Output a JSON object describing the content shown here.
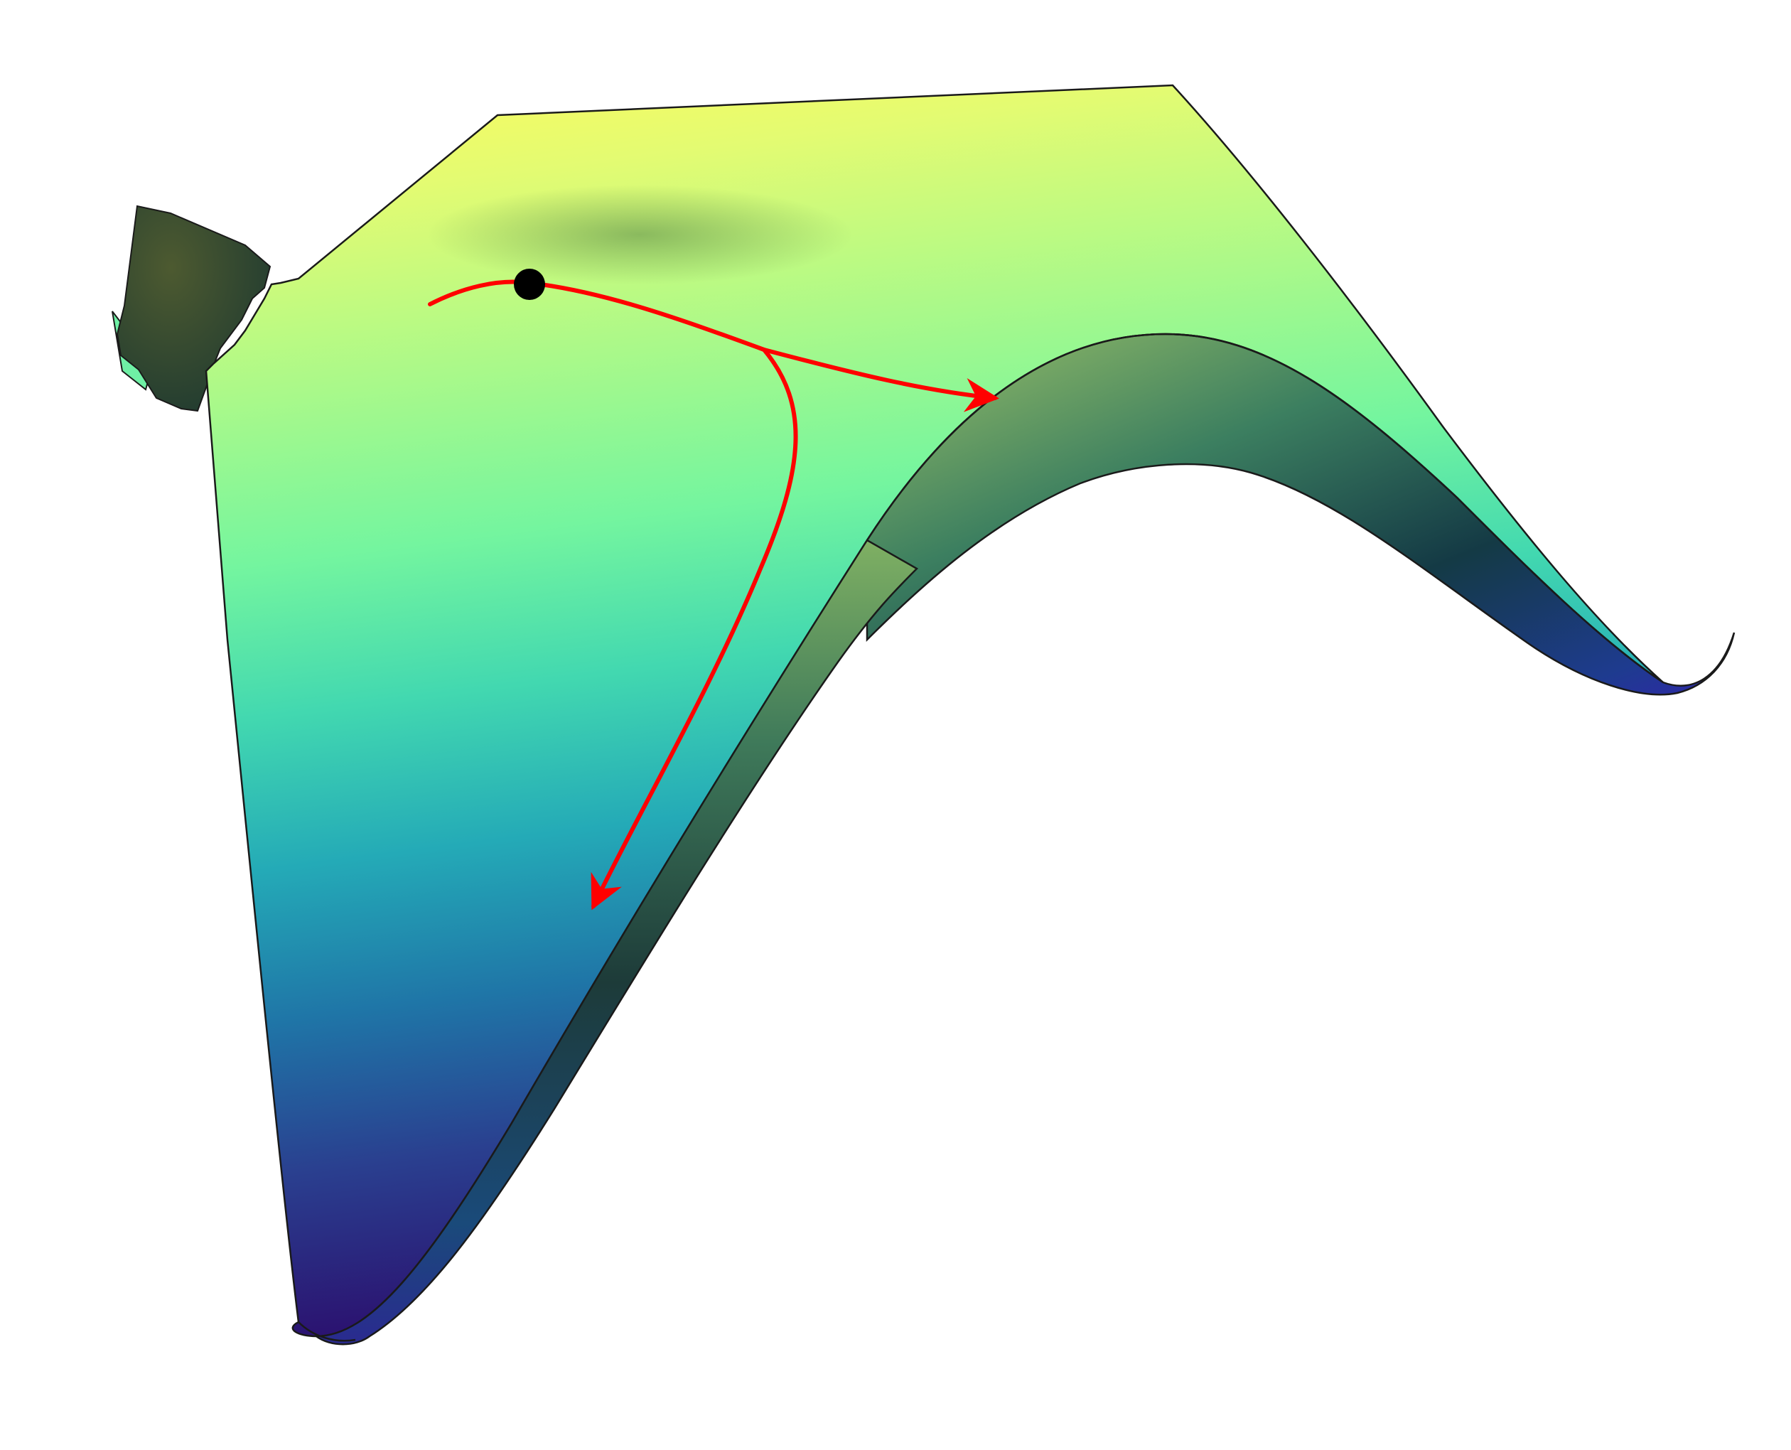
{
  "figure": {
    "kind": "3d-surface-diagram",
    "description_elements": [
      "saddle-surface",
      "saddle-point-marker",
      "path-arrows"
    ]
  },
  "colors": {
    "background": "#ffffff",
    "surface_gradient": [
      "#fdfb5d",
      "#e6fb6f",
      "#a8f98a",
      "#72f5a0",
      "#3fd3b0",
      "#23a8b8",
      "#1d70a3",
      "#2a3d8c",
      "#2b106e"
    ],
    "surface_edge": "#1a1a1a",
    "underside_dark": "#1d3b39",
    "underside_mid": "#3f7a5a",
    "cap_dark": "#2b3a27",
    "cap_light": "#6aa877",
    "arrow": "#ff0000",
    "marker": "#000000"
  },
  "icons": {
    "saddle_point": "filled-circle",
    "arrowhead": "open-chevron-arrowhead"
  }
}
